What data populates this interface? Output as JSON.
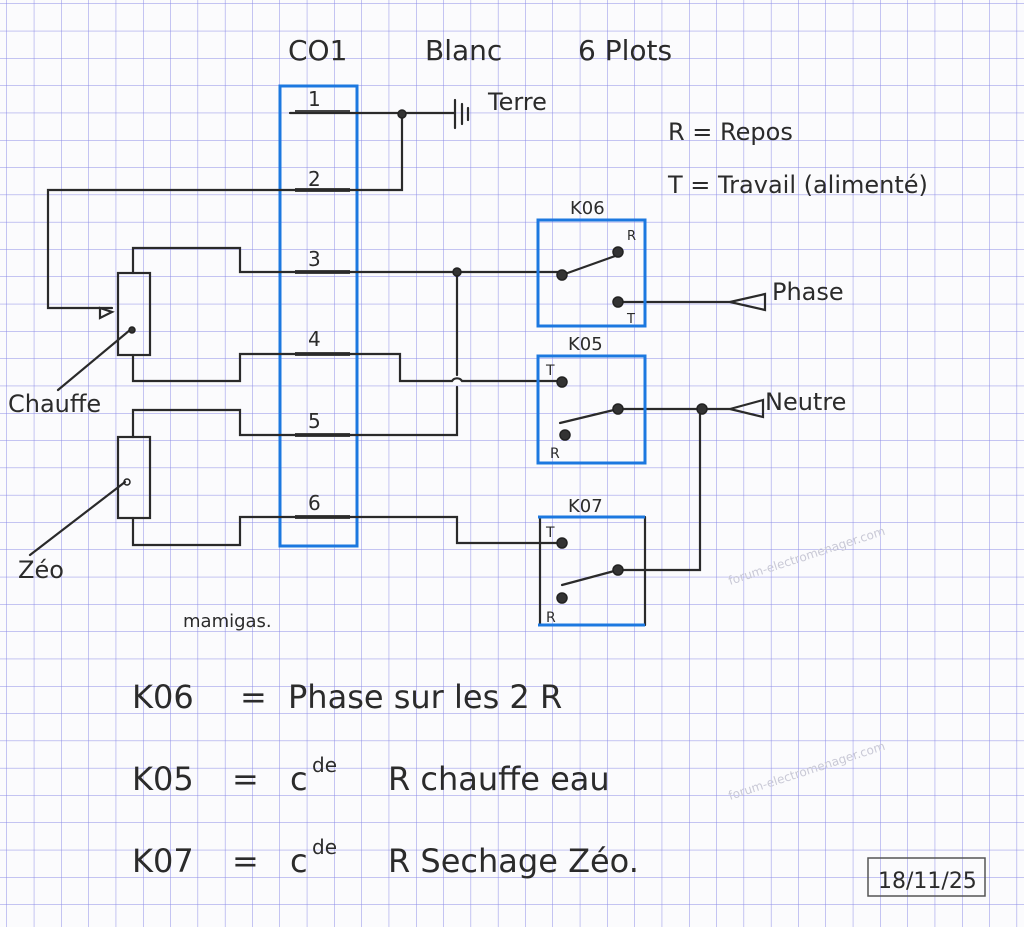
{
  "title": {
    "connector": "CO1",
    "color": "Blanc",
    "plots": "6 Plots"
  },
  "pins": [
    "1",
    "2",
    "3",
    "4",
    "5",
    "6"
  ],
  "labels": {
    "ground": "Terre",
    "heater": "Chauffe",
    "zeo": "Zéo",
    "phase": "Phase",
    "neutral": "Neutre",
    "author": "mamigas."
  },
  "legend": {
    "rest": "R = Repos",
    "work": "T = Travail (alimenté)"
  },
  "relays": [
    {
      "name": "K06",
      "r": "R",
      "t": "T"
    },
    {
      "name": "K05",
      "r": "R",
      "t": "T"
    },
    {
      "name": "K07",
      "r": "R",
      "t": "T"
    }
  ],
  "notes": [
    {
      "relay": "K06",
      "eq": "=",
      "text": "Phase sur les 2 R"
    },
    {
      "relay": "K05",
      "eq": "=",
      "c": "c",
      "sup": "de",
      "text": "R chauffe eau"
    },
    {
      "relay": "K07",
      "eq": "=",
      "c": "c",
      "sup": "de",
      "text": "R Sechage Zéo."
    }
  ],
  "date": "18/11/25",
  "watermark": "forum-electromenager.com",
  "colors": {
    "grid": "#8c8ce6",
    "connector": "#1c78e0",
    "ink": "#2a2a2a"
  }
}
